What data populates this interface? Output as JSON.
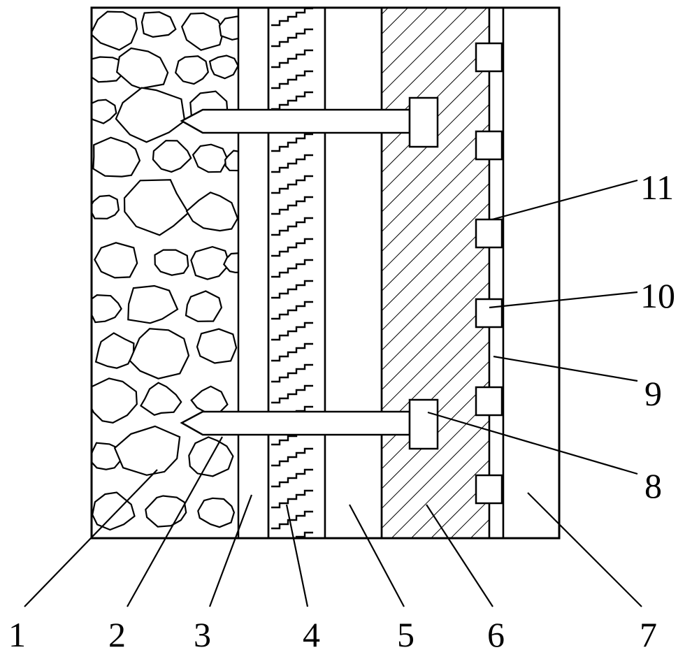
{
  "figure": {
    "line_color": "#000000",
    "background": "#ffffff",
    "bottom_labels": [
      "1",
      "2",
      "3",
      "4",
      "5",
      "6",
      "7"
    ],
    "right_labels": [
      "11",
      "10",
      "9",
      "8"
    ]
  }
}
